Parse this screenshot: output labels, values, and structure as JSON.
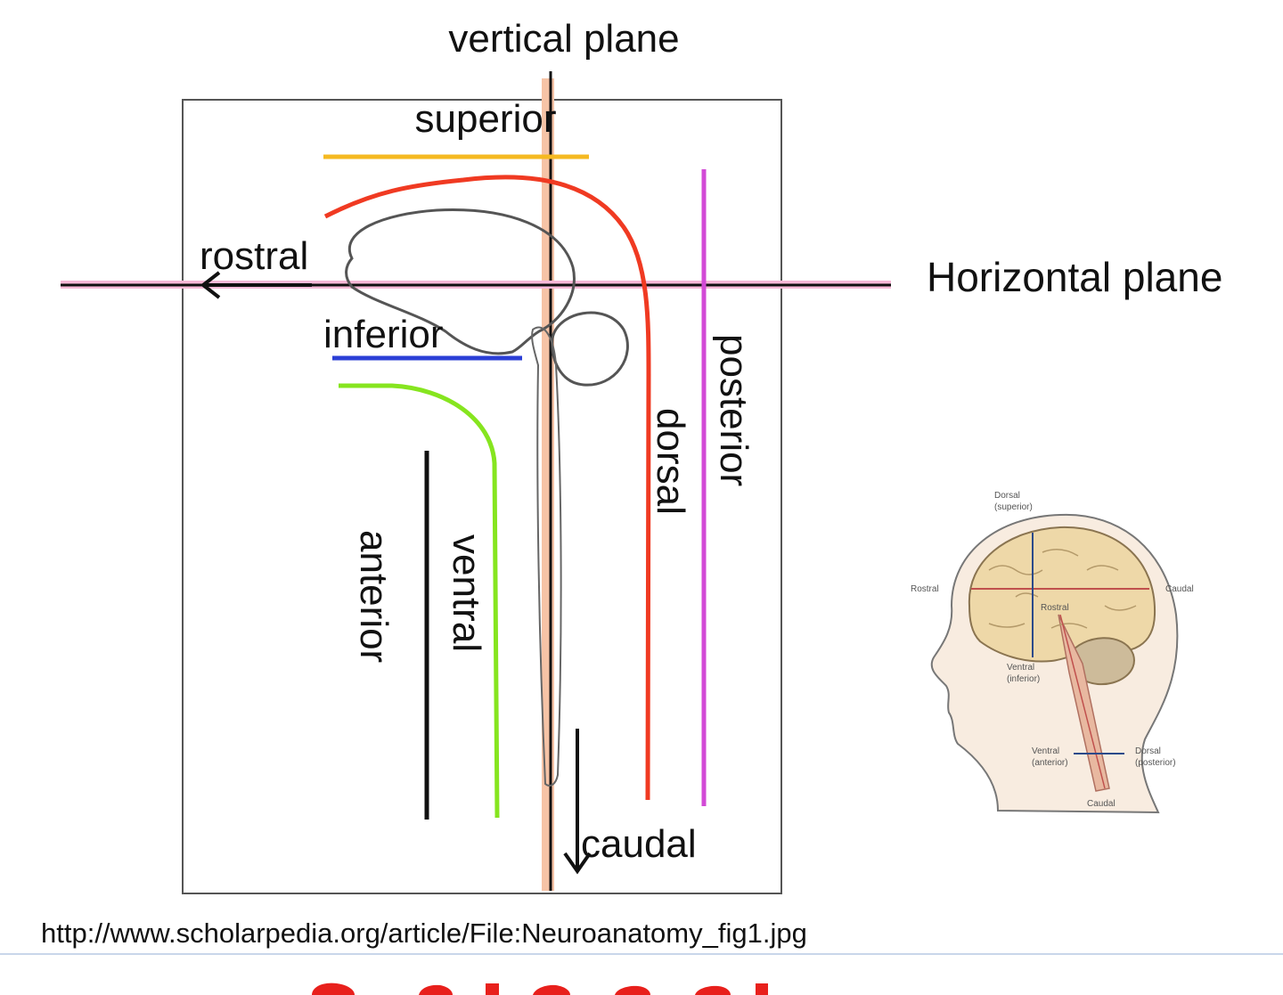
{
  "labels": {
    "vertical_plane": "vertical plane",
    "horizontal_plane": "Horizontal plane",
    "superior": "superior",
    "rostral": "rostral",
    "inferior": "inferior",
    "anterior": "anterior",
    "ventral": "ventral",
    "dorsal": "dorsal",
    "posterior": "posterior",
    "caudal": "caudal"
  },
  "inset": {
    "dorsal_superior_1": "Dorsal",
    "dorsal_superior_2": "(superior)",
    "rostral": "Rostral",
    "caudal": "Caudal",
    "rostral_inner": "Rostral",
    "ventral_inferior_1": "Ventral",
    "ventral_inferior_2": "(inferior)",
    "ventral_anterior_1": "Ventral",
    "ventral_anterior_2": "(anterior)",
    "dorsal_posterior_1": "Dorsal",
    "dorsal_posterior_2": "(posterior)",
    "caudal_bottom": "Caudal"
  },
  "source_url": "http://www.scholarpedia.org/article/File:Neuroanatomy_fig1.jpg",
  "colors": {
    "superior_line": "#f5b921",
    "inferior_line": "#2b3fd6",
    "dorsal_curve": "#f03a22",
    "ventral_curve": "#86e51f",
    "posterior_line": "#d24ad6",
    "vertical_plane_band": "#f6c3a6",
    "horizontal_plane_band": "#f6b8d6",
    "footer_red": "#e8201c"
  }
}
